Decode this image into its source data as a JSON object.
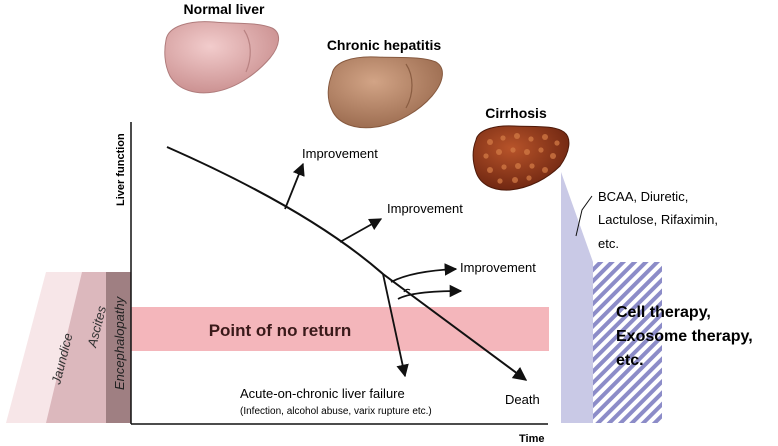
{
  "stages": {
    "normal": "Normal liver",
    "chronic": "Chronic hepatitis",
    "cirrhosis": "Cirrhosis"
  },
  "axes": {
    "y_label": "Liver function",
    "x_label": "Time"
  },
  "band": {
    "label": "Point of no return",
    "color": "#f4b6bb"
  },
  "improvements": [
    "Improvement",
    "Improvement",
    "Improvement"
  ],
  "outcomes": {
    "aclf_title": "Acute-on-chronic liver failure",
    "aclf_causes": "(Infection, alcohol abuse, varix rupture etc.)",
    "death": "Death"
  },
  "symptoms": [
    "Jaundice",
    "Ascites",
    "Encephalopathy"
  ],
  "treatments": {
    "standard_lines": [
      "BCAA, Diuretic,",
      "Lactulose, Rifaximin,",
      "etc."
    ],
    "cell_lines": [
      "Cell therapy,",
      "Exosome therapy,",
      "etc."
    ]
  },
  "colors": {
    "jaundice": "#f7e6e8",
    "ascites": "#dcb8bd",
    "encephalopathy": "#9f7f82",
    "treatment_panel": "#c9c9e6",
    "hatch": "#8c8cc8",
    "normal_liver": "#dea9a9",
    "chronic_liver": "#b5866a",
    "cirrhosis_liver": "#8a3a1c"
  }
}
